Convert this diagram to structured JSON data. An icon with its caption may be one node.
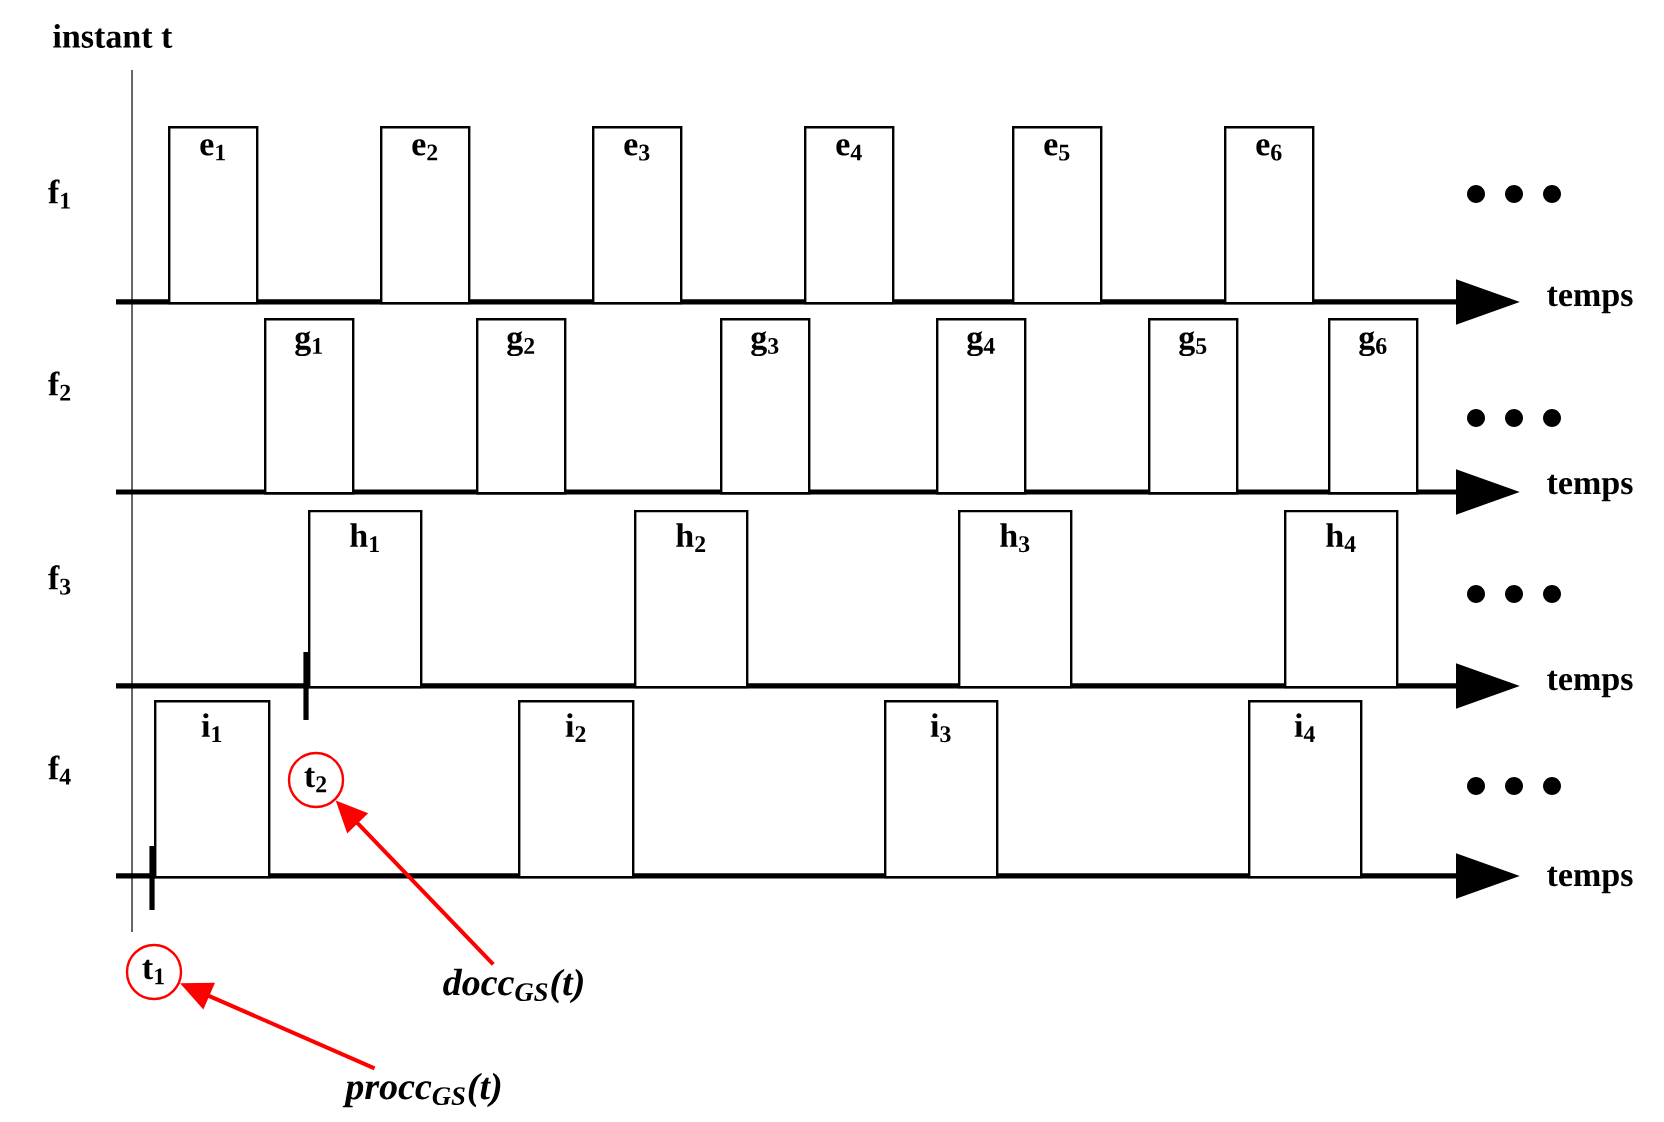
{
  "diagram": {
    "nodes": [
      {
        "text": [
          "e$_{1}$"
        ]
      },
      {
        "text": [
          "e$_{2}$"
        ]
      },
      {
        "text": [
          "e$_{3}$"
        ]
      },
      {
        "text": [
          "e$_{4}$"
        ]
      },
      {
        "text": [
          "e$_{5}$"
        ]
      },
      {
        "text": [
          "e$_{6}$"
        ]
      },
      {
        "text": [
          "g$_{1}$"
        ]
      },
      {
        "text": [
          "g$_{2}$"
        ]
      },
      {
        "text": [
          "g$_{3}$"
        ]
      },
      {
        "text": [
          "g$_{4}$"
        ]
      },
      {
        "text": [
          "g$_{5}$"
        ]
      },
      {
        "text": [
          "g$_{6}$"
        ]
      },
      {
        "text": [
          "h$_{1}$"
        ]
      },
      {
        "text": [
          "h$_{2}$"
        ]
      },
      {
        "text": [
          "h$_{3}$"
        ]
      },
      {
        "text": [
          "h$_{4}$"
        ]
      },
      {
        "text": [
          "i$_{1}$"
        ]
      },
      {
        "text": [
          "i$_{2}$"
        ]
      },
      {
        "text": [
          "i$_{3}$"
        ]
      },
      {
        "text": [
          "i$_{4}$"
        ]
      },
      {
        "text": [
          "t$_{2}$"
        ]
      },
      {
        "text": [
          "docc$_{GS}$(t)"
        ]
      },
      {
        "text": [
          "t$_{1}$"
        ]
      },
      {
        "text": [
          "procc$_{GS}$(t)"
        ]
      }
    ],
    "edges": [
      {
        "from": 21,
        "to": 20,
        "arrow": "to",
        "color": "#ff0000"
      },
      {
        "from": 23,
        "to": 22,
        "arrow": "to",
        "color": "#ff0000"
      }
    ],
    "labels": [
      "instant t",
      "f$_{1}$",
      "temps",
      "f$_{2}$",
      "temps",
      "f$_{3}$",
      "temps",
      "f$_{4}$",
      "temps"
    ]
  }
}
